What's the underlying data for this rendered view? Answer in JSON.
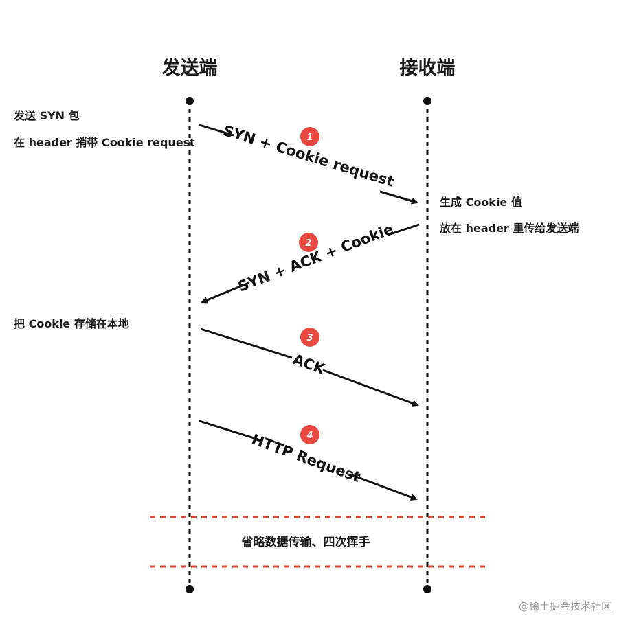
{
  "participants": {
    "sender": "发送端",
    "receiver": "接收端"
  },
  "notes": {
    "sender_1_line1": "发送 SYN 包",
    "sender_1_line2": "在 header 捎带 Cookie request",
    "receiver_1_line1": "生成 Cookie 值",
    "receiver_1_line2": "放在 header 里传给发送端",
    "sender_2_line1": "把 Cookie 存储在本地"
  },
  "messages": [
    {
      "step": "1",
      "label": "SYN + Cookie request",
      "direction": "sender-to-receiver"
    },
    {
      "step": "2",
      "label": "SYN + ACK + Cookie",
      "direction": "receiver-to-sender"
    },
    {
      "step": "3",
      "label": "ACK",
      "direction": "sender-to-receiver"
    },
    {
      "step": "4",
      "label": "HTTP Request",
      "direction": "sender-to-receiver"
    }
  ],
  "omitted": "省略数据传输、四次挥手",
  "watermark": "@稀土掘金技术社区",
  "colors": {
    "badge": "#e8483f",
    "divider": "#d9473a",
    "line": "#111111"
  }
}
